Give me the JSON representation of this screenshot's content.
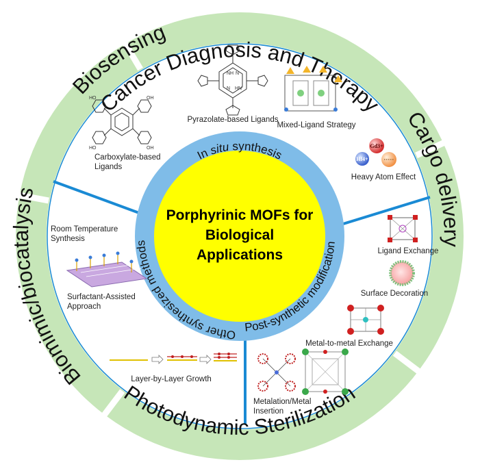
{
  "center": {
    "line1": "Porphyrinic MOFs for",
    "line2": "Biological",
    "line3": "Applications"
  },
  "outer_ring": {
    "cancer": "Cancer Diagnosis and Therapy",
    "cargo": "Cargo delivery",
    "sterilization": "Photodynamic Sterilization",
    "biomimic": "Biomimic/biocatalysis",
    "biosensing": "Biosensing"
  },
  "synthesis_ring": {
    "insitu_prefix": "In ",
    "insitu_italic": "situ",
    "insitu_suffix": " synthesis",
    "other": "Other synthesized methods",
    "postsynthetic": "Post-synthetic modification"
  },
  "panels": {
    "pyrazolate": "Pyrazolate-based Ligands",
    "mixed_ligand": "Mixed-Ligand Strategy",
    "carboxylate_1": "Carboxylate-based",
    "carboxylate_2": "Ligands",
    "heavy_atom": "Heavy Atom Effect",
    "room_temp_1": "Room Temperature",
    "room_temp_2": "Synthesis",
    "surfactant_1": "Surfactant-Assisted",
    "surfactant_2": "Approach",
    "layer": "Layer-by-Layer Growth",
    "ligand_exchange": "Ligand Exchange",
    "surface_decoration": "Surface Decoration",
    "metal_exchange": "Metal-to-metal Exchange",
    "metalation_1": "Metalation/Metal",
    "metalation_2": "Insertion"
  },
  "molecule_labels": {
    "nh": "NH",
    "n": "N",
    "hn": "HN",
    "ho": "HO",
    "oh": "OH"
  },
  "ions": {
    "gd": "Gd3+",
    "hf": "Hf4+"
  },
  "colors": {
    "outer_ring": "#c6e6b8",
    "synthesis_ring": "#7fbce8",
    "divider": "#1a8ad4",
    "center": "#ffff00"
  }
}
